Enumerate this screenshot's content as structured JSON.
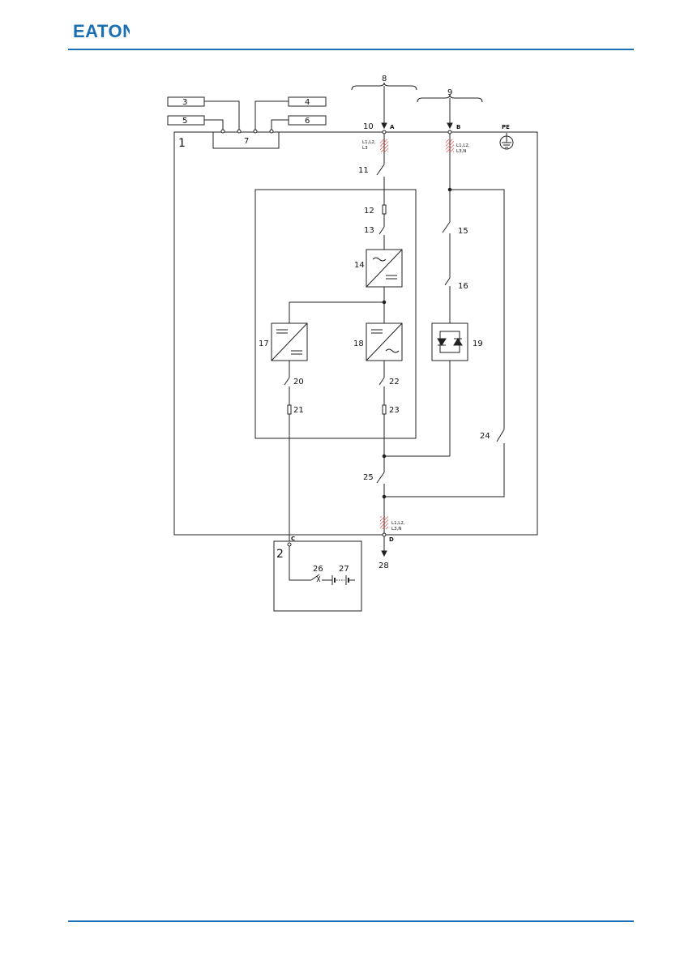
{
  "header": {
    "logo_text": "EATON",
    "brand_color": "#1a6fb5"
  },
  "diagram": {
    "labels": {
      "n1": "1",
      "n2": "2",
      "n3": "3",
      "n4": "4",
      "n5": "5",
      "n6": "6",
      "n7": "7",
      "n8": "8",
      "n9": "9",
      "n10": "10",
      "n11": "11",
      "n12": "12",
      "n13": "13",
      "n14": "14",
      "n15": "15",
      "n16": "16",
      "n17": "17",
      "n18": "18",
      "n19": "19",
      "n20": "20",
      "n21": "21",
      "n22": "22",
      "n23": "23",
      "n24": "24",
      "n25": "25",
      "n26": "26",
      "n27": "27",
      "n28": "28"
    },
    "terminals": {
      "a": "A",
      "b": "B",
      "c": "C",
      "d": "D",
      "pe": "PE"
    },
    "phases": {
      "a_line1": "L1,L2,",
      "a_line2": "L3",
      "b_line1": "L1,L2,",
      "b_line2": "L3,N",
      "d_line1": "L1,L2,",
      "d_line2": "L3,N"
    },
    "hatch_color": "#e03030"
  }
}
